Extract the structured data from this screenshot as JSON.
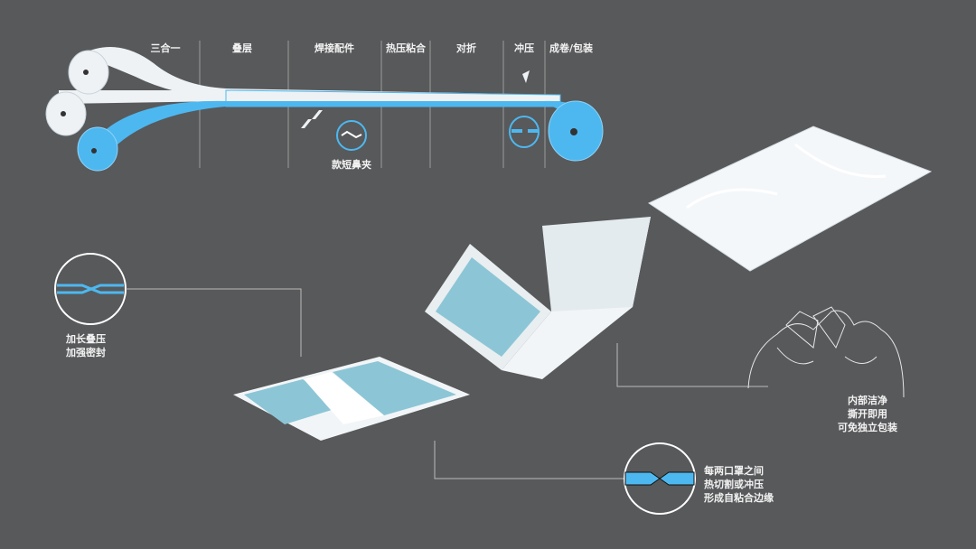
{
  "process_steps": [
    "三合一",
    "叠层",
    "焊接配件",
    "热压粘合",
    "对折",
    "冲压",
    "成卷/包装"
  ],
  "nose_clip_label": "款短鼻夹",
  "callout_left": [
    "加长叠压",
    "加强密封"
  ],
  "callout_right": [
    "内部洁净",
    "撕开即用",
    "可免独立包装"
  ],
  "callout_bottom": [
    "每两口罩之间",
    "热切割或冲压",
    "形成自粘合边缘"
  ],
  "colors": {
    "background": "#58595b",
    "accent_blue": "#4db8f0",
    "mask_blue": "#8cc6d6",
    "white": "#f4f7f9"
  }
}
